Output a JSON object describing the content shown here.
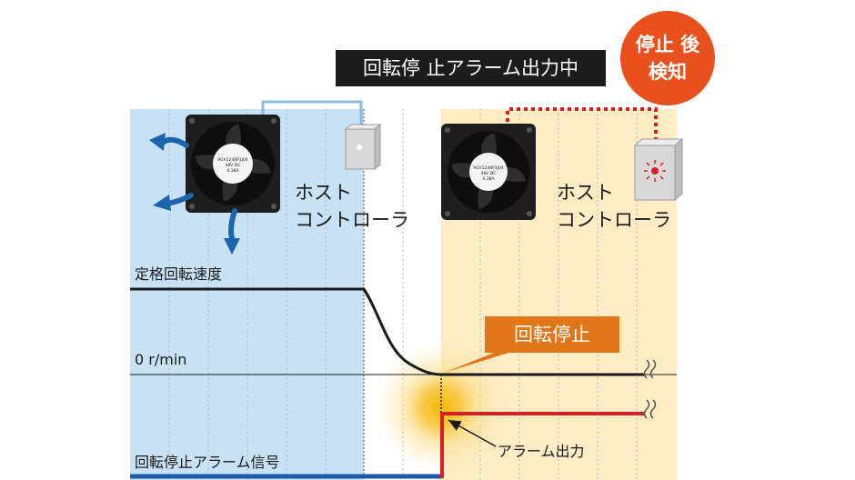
{
  "banner": {
    "text": "回転停 止アラーム出力中"
  },
  "badge": {
    "line1": "停止 後",
    "line2": "検知"
  },
  "left_panel": {
    "host_line1": "ホスト",
    "host_line2": "コントローラ"
  },
  "right_panel": {
    "host_line1": "ホスト",
    "host_line2": "コントローラ"
  },
  "graph": {
    "rated_speed_label": "定格回転速度",
    "zero_speed_label": "0 r/min",
    "alarm_signal_label": "回転停止アラーム信号",
    "stop_callout": "回転停止",
    "alarm_output_label": "アラーム出力"
  },
  "fan_labels": {
    "left": {
      "model": "9GV1248P1J04",
      "line2": "48V DC",
      "line3": "0.38A"
    },
    "right": {
      "model": "9GV1248P1J04",
      "line2": "48V DC",
      "line3": "0.38A"
    }
  },
  "colors": {
    "left_zone": "#c7e2f4",
    "right_zone": "#fdecc4",
    "speed_curve": "#1a1a1a",
    "alarm_signal_low": "#1d5aa8",
    "alarm_signal_high": "#d91f26",
    "airflow_arrow": "#1d63ad",
    "badge": "#e8501e",
    "callout": "#e07618",
    "connector_blue": "#8bbbe0",
    "connector_red": "#d91f26"
  },
  "icons": [
    "fan-icon",
    "controller-box-icon",
    "alarm-light-icon",
    "airflow-arrow-icon",
    "wave-break-icon"
  ]
}
